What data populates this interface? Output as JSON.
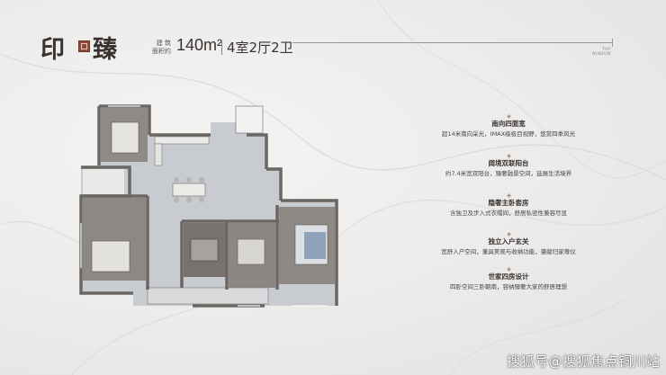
{
  "header": {
    "title_char_1": "印",
    "title_char_2": "臻",
    "area_label_line1": "建 筑",
    "area_label_line2": "面积约",
    "area_value": "140m²",
    "layout": "4室2厅2卫",
    "corner_line1": "TOP",
    "corner_line2": "WINDOW"
  },
  "features": [
    {
      "title": "南向四面宽",
      "desc": "超14米南向采光，IMAX级极目视野，悠赏四季风光"
    },
    {
      "title": "阔境双联阳台",
      "desc": "约7.4米宽双阳台，臻奢融景空间，延展生活境界"
    },
    {
      "title": "隐奢主卧套房",
      "desc": "含独卫及步入式衣帽间，舒居私密性兼容尽显"
    },
    {
      "title": "独立入户玄关",
      "desc": "宽舒入户空间，兼具美观与收纳功能，肇献归家尊仪"
    },
    {
      "title": "世家四房设计",
      "desc": "四卧空间三卧朝南，容纳臻奢大家的舒居理想"
    }
  ],
  "watermark": "搜狐号@搜狐焦点铜川站",
  "colors": {
    "text": "#3a3230",
    "seal": "#8e4a3c",
    "accent": "#b59a83",
    "wall": "#6b6663",
    "floor": "#c9ccd0"
  }
}
